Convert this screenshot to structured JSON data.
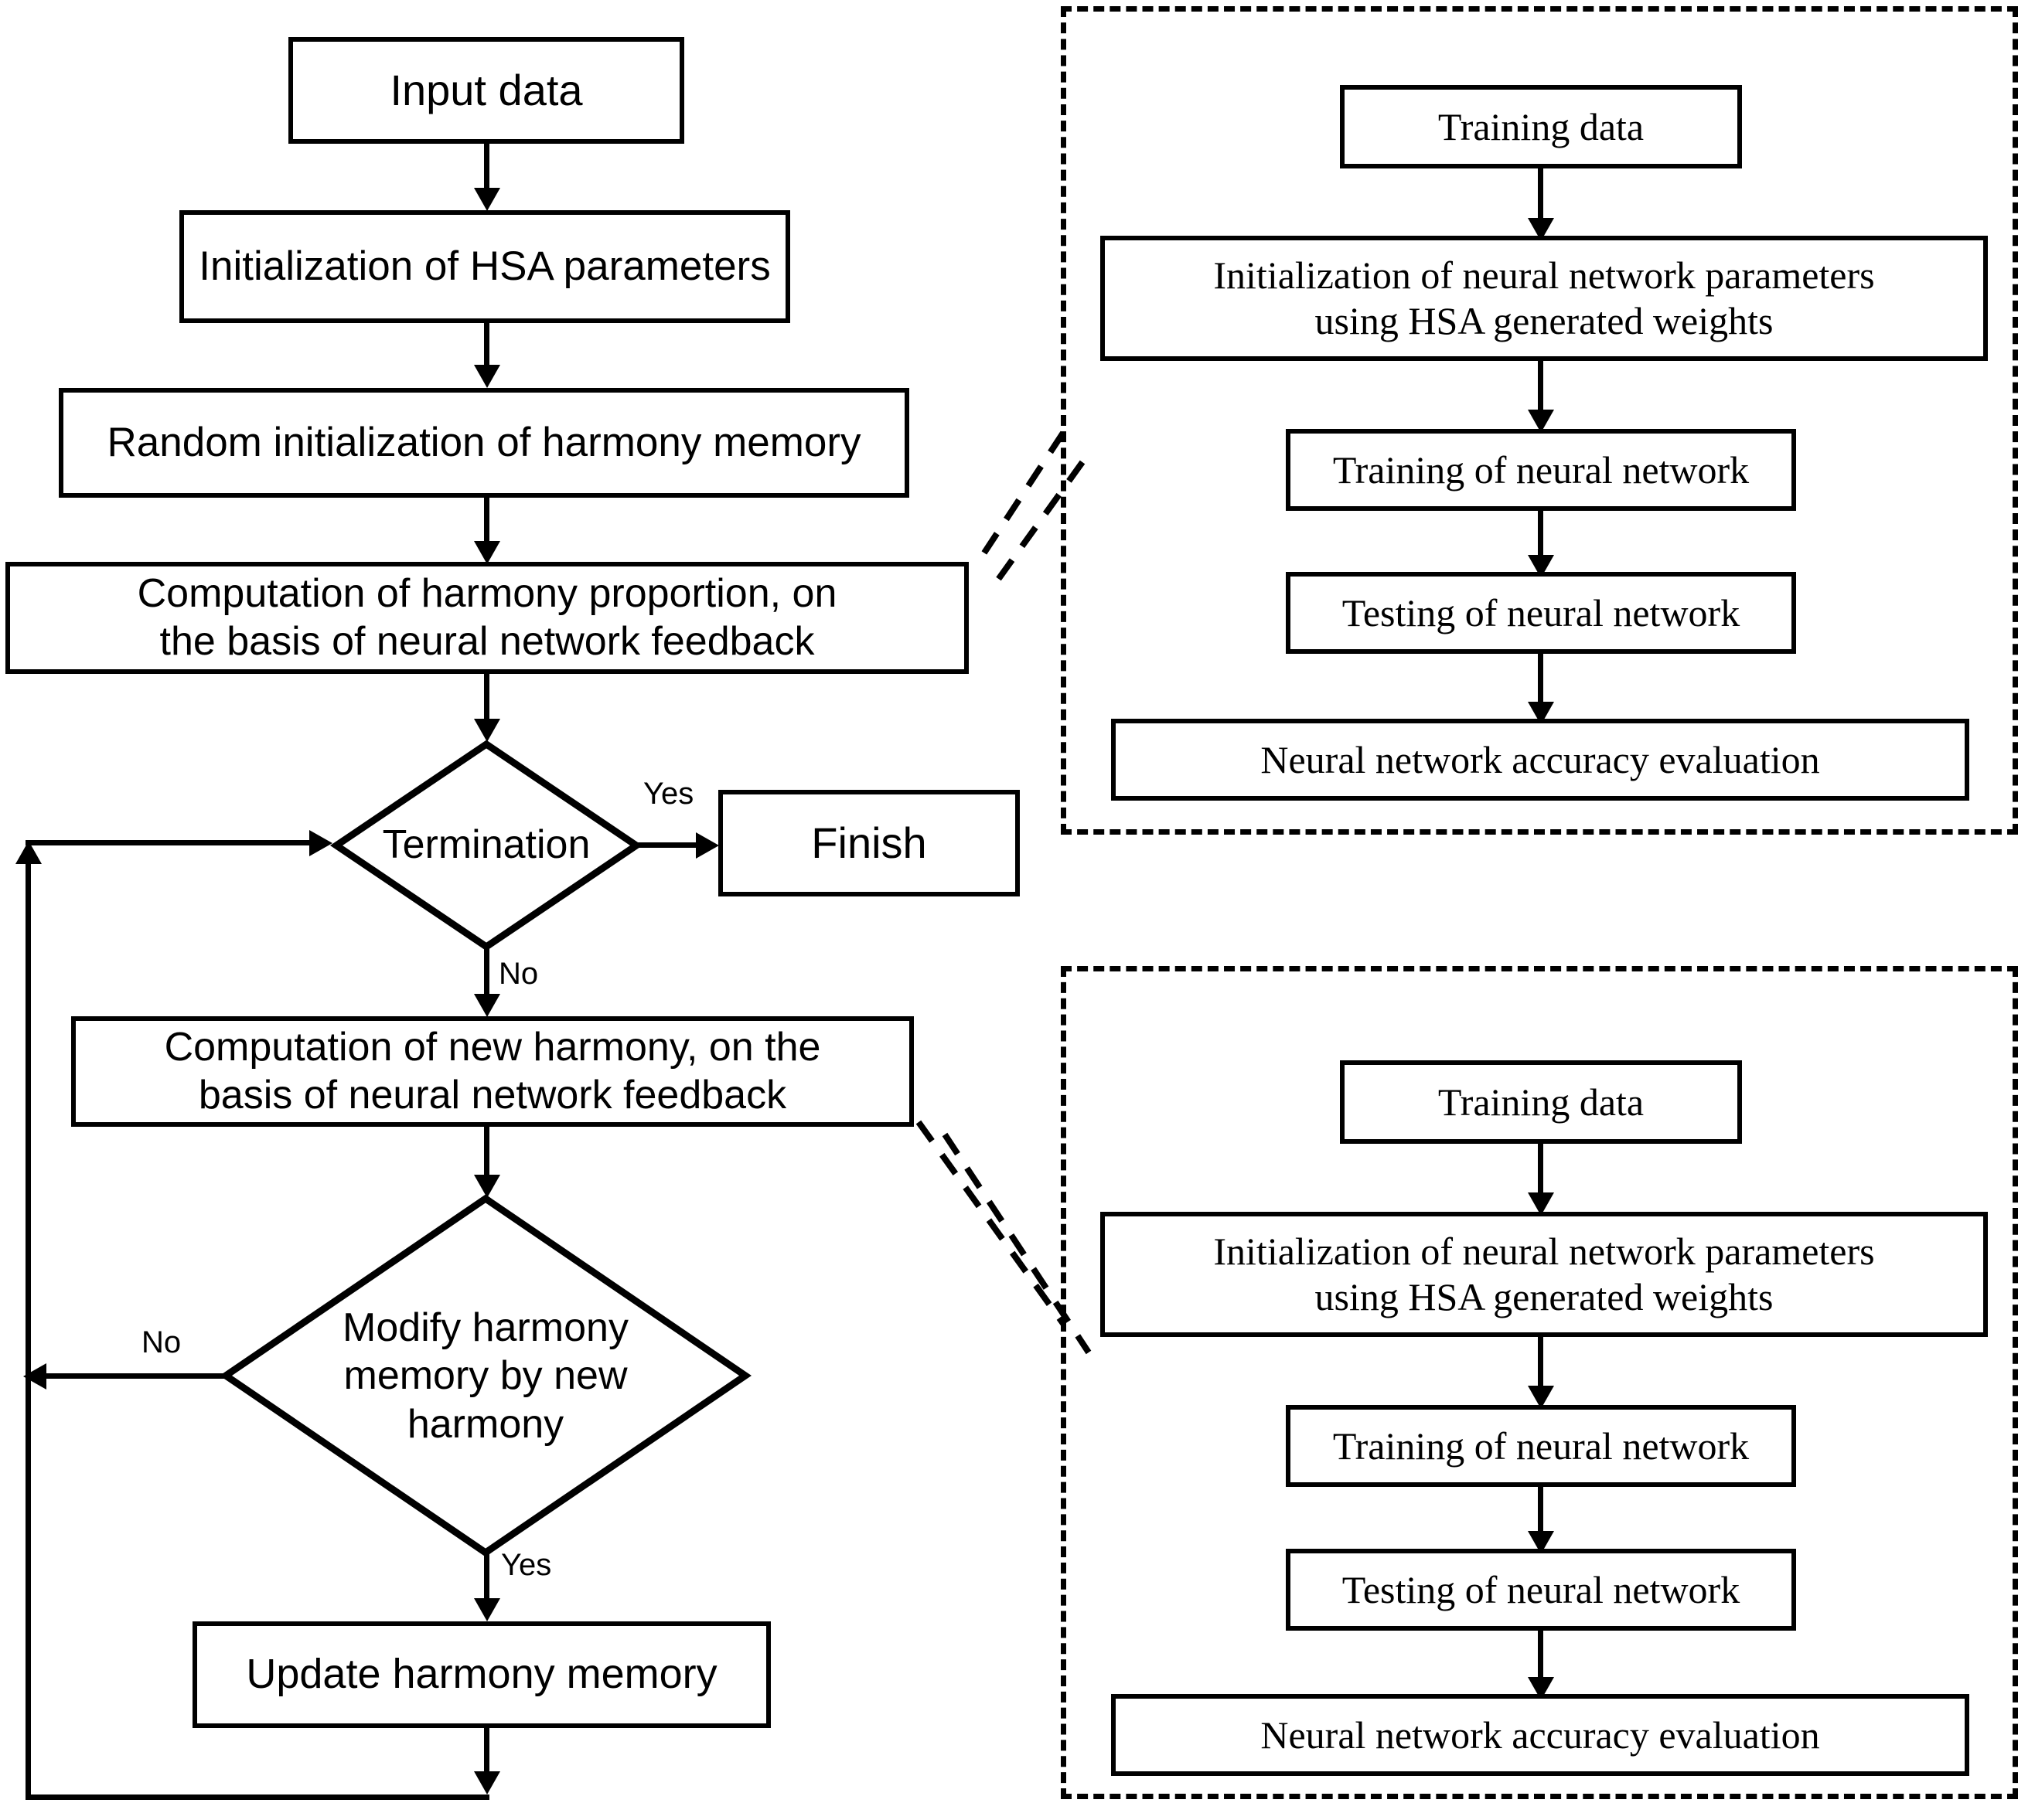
{
  "diagram": {
    "title_text": "",
    "colors": {
      "stroke": "#000000",
      "background": "#ffffff"
    },
    "main_flow": {
      "nodes": [
        {
          "id": "input-data",
          "label": "Input data"
        },
        {
          "id": "init-hsa",
          "label": "Initialization of HSA parameters"
        },
        {
          "id": "random-init-hm",
          "label": "Random initialization of harmony memory"
        },
        {
          "id": "compute-harmony-prop",
          "line1": "Computation of harmony proportion, on",
          "line2": "the basis of neural network feedback"
        },
        {
          "id": "termination",
          "label": "Termination"
        },
        {
          "id": "finish",
          "label": "Finish"
        },
        {
          "id": "compute-new-harmony",
          "line1": "Computation of new harmony, on the",
          "line2": "basis of neural network feedback"
        },
        {
          "id": "modify-harmony",
          "line1": "Modify harmony",
          "line2": "memory by new",
          "line3": "harmony"
        },
        {
          "id": "update-hm",
          "label": "Update harmony memory"
        }
      ],
      "edge_labels": {
        "termination_yes": "Yes",
        "termination_no": "No",
        "modify_no": "No",
        "modify_yes": "Yes"
      }
    },
    "nn_panel_top": {
      "nodes": [
        {
          "id": "training-data-top",
          "label": "Training data"
        },
        {
          "id": "init-nn-top",
          "line1": "Initialization of neural network parameters",
          "line2": "using HSA generated weights"
        },
        {
          "id": "training-nn-top",
          "label": "Training of neural network"
        },
        {
          "id": "testing-nn-top",
          "label": "Testing of neural network"
        },
        {
          "id": "accuracy-eval-top",
          "label": "Neural network accuracy evaluation"
        }
      ]
    },
    "nn_panel_bottom": {
      "nodes": [
        {
          "id": "training-data-bottom",
          "label": "Training data"
        },
        {
          "id": "init-nn-bottom",
          "line1": "Initialization of neural network parameters",
          "line2": "using HSA generated weights"
        },
        {
          "id": "training-nn-bottom",
          "label": "Training of neural network"
        },
        {
          "id": "testing-nn-bottom",
          "label": "Testing of neural network"
        },
        {
          "id": "accuracy-eval-bottom",
          "label": "Neural network accuracy evaluation"
        }
      ]
    }
  }
}
